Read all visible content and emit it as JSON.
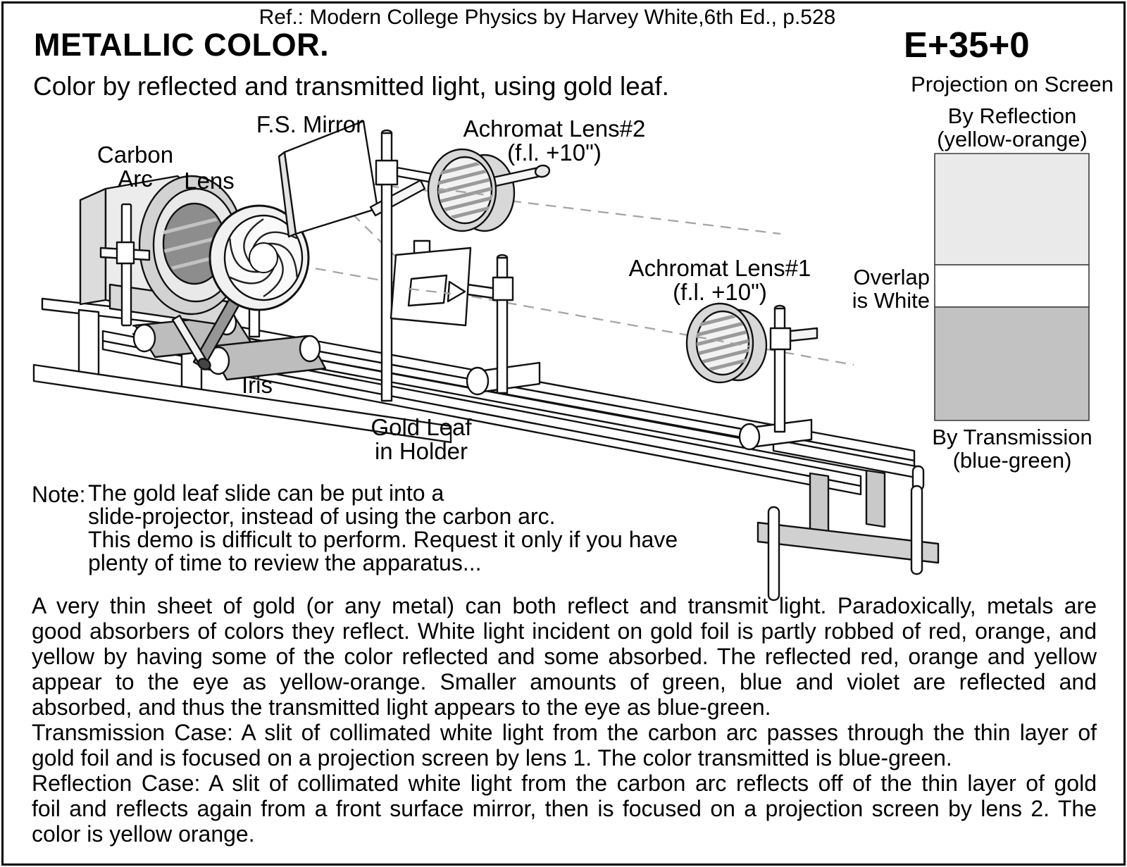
{
  "page": {
    "ref": "Ref.: Modern College Physics by Harvey White,6th Ed., p.528",
    "title": "METALLIC COLOR.",
    "code": "E+35+0",
    "subtitle": "Color by reflected and transmitted light, using gold leaf."
  },
  "diagram": {
    "labels": {
      "fs_mirror": "F.S. Mirror",
      "achromat2_line1": "Achromat Lens#2",
      "achromat2_line2": "(f.l. +10\")",
      "carbon_line1": "Carbon",
      "carbon_line2": "Arc",
      "lens": "Lens",
      "achromat1_line1": "Achromat Lens#1",
      "achromat1_line2": "(f.l. +10\")",
      "iris": "Iris",
      "goldleaf_line1": "Gold Leaf",
      "goldleaf_line2": "in Holder"
    }
  },
  "projection": {
    "heading": "Projection on Screen",
    "reflection_line1": "By Reflection",
    "reflection_line2": "(yellow-orange)",
    "overlap_line1": "Overlap",
    "overlap_line2": "is White",
    "transmission_line1": "By Transmission",
    "transmission_line2": "(blue-green)",
    "colors": {
      "reflection_band": "#eaeaea",
      "overlap_band": "#ffffff",
      "transmission_band": "#c2c2c2"
    }
  },
  "note": {
    "label": "Note:",
    "line1": "The gold leaf slide can be put  into a",
    "line2": "slide-projector, instead of using the carbon arc.",
    "line3": "This demo is difficult to perform. Request it only if you have",
    "line4": "plenty of time to review the apparatus..."
  },
  "body": {
    "lines": [
      "A very thin sheet of gold (or any metal) can both reflect and transmit light. Paradoxically, metals are",
      "good absorbers of colors they reflect. White light incident on gold foil is partly robbed of red, orange, and",
      "yellow by having some of the color reflected and some absorbed. The reflected red, orange and yellow",
      "appear to the eye as yellow-orange. Smaller amounts of green, blue and violet are reflected and",
      "absorbed, and thus the transmitted light appears to the eye as blue-green.",
      "Transmission Case: A slit of collimated white light from the carbon arc passes through the thin layer of",
      "gold foil and is focused on a projection screen by lens 1. The color transmitted is blue-green.",
      "Reflection Case: A slit of collimated white light from the carbon arc reflects off of the thin layer of gold",
      "foil and reflects again from a front surface mirror, then is focused on a projection screen by lens 2. The",
      "color is yellow orange."
    ]
  }
}
